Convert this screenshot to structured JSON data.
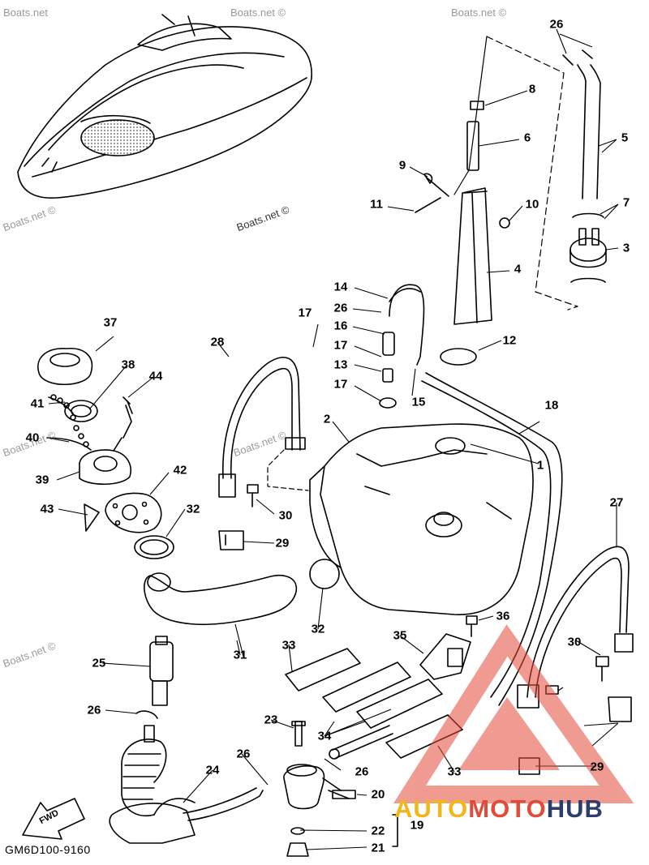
{
  "diagram_code": "GM6D100-9160",
  "fwd_label": "FWD",
  "brand": {
    "part1": "AUTO",
    "part2": "MOTO",
    "part3": "HUB"
  },
  "watermarks": [
    "Boats.net",
    "Boats.net ©",
    "Boats.net ©",
    "Boats.net ©",
    "Boats.net ©",
    "Boats.net ©",
    "Boats.net ©",
    "Boats.net ©"
  ],
  "callouts": [
    "26",
    "8",
    "6",
    "5",
    "9",
    "10",
    "11",
    "7",
    "3",
    "4",
    "14",
    "26",
    "17",
    "16",
    "17",
    "13",
    "17",
    "12",
    "37",
    "38",
    "44",
    "41",
    "40",
    "39",
    "42",
    "43",
    "32",
    "28",
    "2",
    "15",
    "18",
    "1",
    "30",
    "29",
    "32",
    "27",
    "31",
    "36",
    "35",
    "33",
    "25",
    "30",
    "26",
    "23",
    "34",
    "26",
    "26",
    "33",
    "29",
    "24",
    "20",
    "19",
    "22",
    "21"
  ]
}
